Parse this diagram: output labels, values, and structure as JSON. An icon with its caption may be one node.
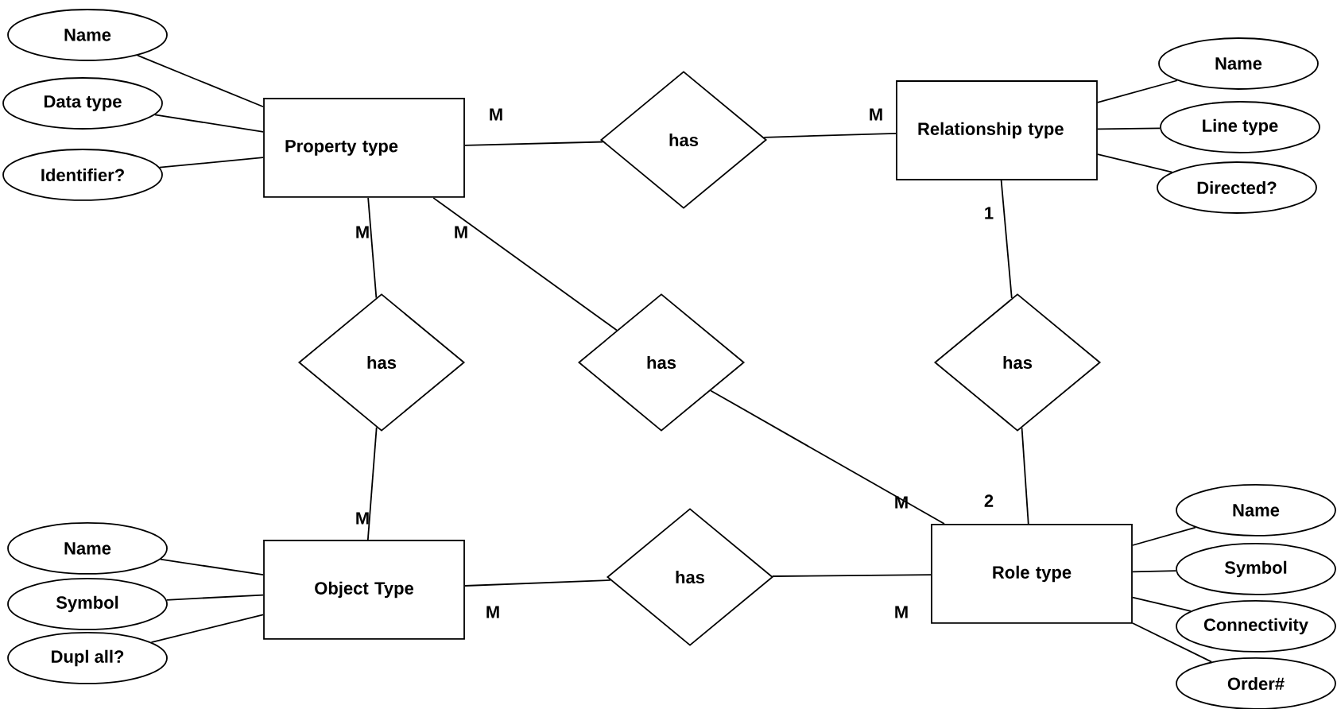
{
  "diagram": {
    "nodes": [
      {
        "text": [
          "Name"
        ]
      },
      {
        "text": [
          "Data type"
        ]
      },
      {
        "text": [
          "Identifier?"
        ]
      },
      {
        "text": [
          "Property type"
        ]
      },
      {
        "text": [
          "has"
        ]
      },
      {
        "text": [
          "Relationship type"
        ]
      },
      {
        "text": [
          "Name"
        ]
      },
      {
        "text": [
          "Line type"
        ]
      },
      {
        "text": [
          "Directed?"
        ]
      },
      {
        "text": [
          "has"
        ]
      },
      {
        "text": [
          "has"
        ]
      },
      {
        "text": [
          "has"
        ]
      },
      {
        "text": [
          "Name"
        ]
      },
      {
        "text": [
          "Symbol"
        ]
      },
      {
        "text": [
          "Dupl all?"
        ]
      },
      {
        "text": [
          "Object Type"
        ]
      },
      {
        "text": [
          "has"
        ]
      },
      {
        "text": [
          "Role type"
        ]
      },
      {
        "text": [
          "Name"
        ]
      },
      {
        "text": [
          "Symbol"
        ]
      },
      {
        "text": [
          "Connectivity"
        ]
      },
      {
        "text": [
          "Order#"
        ]
      }
    ],
    "edges": [
      {
        "from": 0,
        "to": 3,
        "arrow": "none"
      },
      {
        "from": 1,
        "to": 3,
        "arrow": "none"
      },
      {
        "from": 2,
        "to": 3,
        "arrow": "none"
      },
      {
        "from": 3,
        "to": 4,
        "arrow": "none",
        "label": "M"
      },
      {
        "from": 4,
        "to": 5,
        "arrow": "none",
        "label": "M"
      },
      {
        "from": 5,
        "to": 6,
        "arrow": "none"
      },
      {
        "from": 5,
        "to": 7,
        "arrow": "none"
      },
      {
        "from": 5,
        "to": 8,
        "arrow": "none"
      },
      {
        "from": 3,
        "to": 9,
        "arrow": "none",
        "label": "M"
      },
      {
        "from": 3,
        "to": 10,
        "arrow": "none",
        "label": "M"
      },
      {
        "from": 5,
        "to": 11,
        "arrow": "none",
        "label": "1"
      },
      {
        "from": 9,
        "to": 15,
        "arrow": "none",
        "label": "M"
      },
      {
        "from": 10,
        "to": 17,
        "arrow": "none",
        "label": "M"
      },
      {
        "from": 11,
        "to": 17,
        "arrow": "none",
        "label": "2"
      },
      {
        "from": 12,
        "to": 15,
        "arrow": "none"
      },
      {
        "from": 13,
        "to": 15,
        "arrow": "none"
      },
      {
        "from": 14,
        "to": 15,
        "arrow": "none"
      },
      {
        "from": 15,
        "to": 16,
        "arrow": "none",
        "label": "M"
      },
      {
        "from": 16,
        "to": 17,
        "arrow": "none",
        "label": "M"
      },
      {
        "from": 17,
        "to": 18,
        "arrow": "none"
      },
      {
        "from": 17,
        "to": 19,
        "arrow": "none"
      },
      {
        "from": 17,
        "to": 20,
        "arrow": "none"
      },
      {
        "from": 17,
        "to": 21,
        "arrow": "none"
      }
    ]
  }
}
